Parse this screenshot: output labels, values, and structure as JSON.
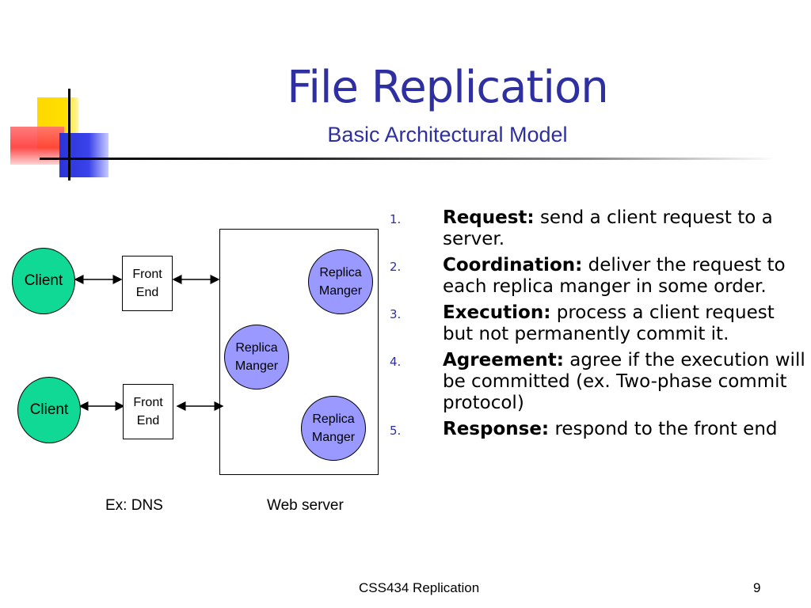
{
  "slide": {
    "title": "File Replication",
    "subtitle": "Basic Architectural Model"
  },
  "diagram": {
    "client_label": "Client",
    "front_end_line1": "Front",
    "front_end_line2": "End",
    "replica_line1": "Replica",
    "replica_line2": "Manger",
    "caption_left": "Ex: DNS",
    "caption_right": "Web server"
  },
  "steps": [
    {
      "number": "1.",
      "term": "Request:",
      "text": " send a client request to a server."
    },
    {
      "number": "2.",
      "term": "Coordination:",
      "text": " deliver the request to each replica manger in some order."
    },
    {
      "number": "3.",
      "term": "Execution:",
      "text": " process a client request but not permanently commit it."
    },
    {
      "number": "4.",
      "term": "Agreement:",
      "text": " agree if the execution will be committed (ex. Two-phase commit protocol)"
    },
    {
      "number": "5.",
      "term": "Response:",
      "text": " respond to the front end"
    }
  ],
  "footer": {
    "course": "CSS434 Replication",
    "page": "9"
  },
  "colors": {
    "title": "#2e2fa0",
    "client_fill": "#10d895",
    "replica_fill": "#9999ff"
  }
}
